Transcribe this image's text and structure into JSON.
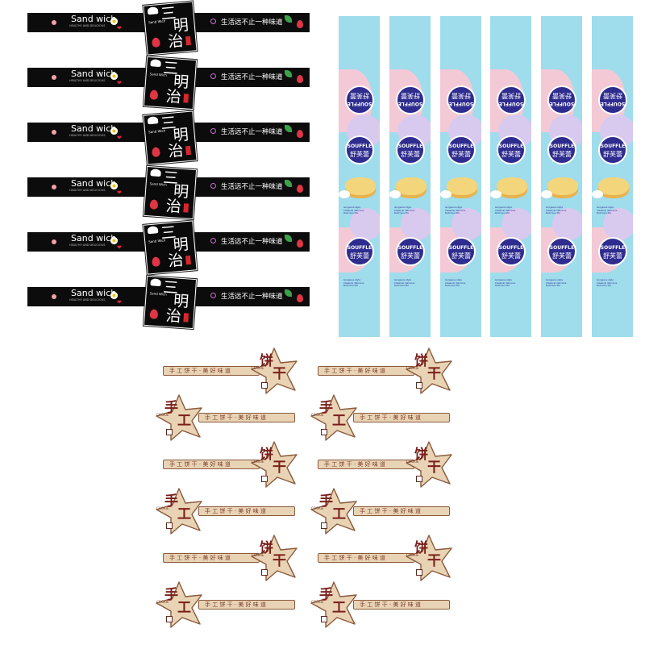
{
  "sandwich": {
    "brand": "Sand wich",
    "brand_sub": "HEALTHY AND DELICIOUS",
    "tag_chars": [
      "三",
      "明",
      "治"
    ],
    "tag_mini": "Sand Wich",
    "slogan": "生活远不止一种味道",
    "colors": {
      "band": "#0c0c0c",
      "strawberry": "#e03545",
      "leaf": "#3ba24a"
    }
  },
  "souffle": {
    "en": "SOUFFLE",
    "cn": "舒芙蕾",
    "fine_print": [
      "Gorgeous style",
      "Classical delicious",
      "Delicious life"
    ],
    "colors": {
      "background": "#9fdcec",
      "badge": "#2f2c8f",
      "pink": "#f4c9d6"
    }
  },
  "cookie": {
    "head_chars": [
      "手",
      "工",
      "饼",
      "干"
    ],
    "en": "COOKIE",
    "handle_text": "手 工 饼 干 · 美 好 味 道",
    "colors": {
      "fill": "#e9d3b5",
      "text": "#7a1f1a"
    }
  }
}
